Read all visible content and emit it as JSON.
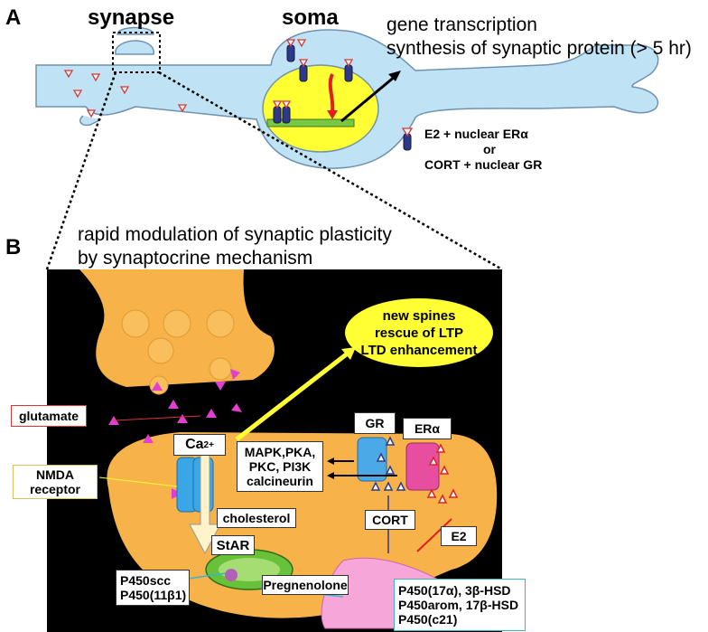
{
  "panel_a": {
    "letter": "A",
    "synapse_label": "synapse",
    "soma_label": "soma",
    "gene_line1": "gene transcription",
    "gene_line2": "synthesis of synaptic protein (> 5 hr)",
    "legend_line1": "E2 + nuclear ERα",
    "legend_line2": "or",
    "legend_line3": "CORT + nuclear GR"
  },
  "panel_b": {
    "letter": "B",
    "title_line1": "rapid modulation of synaptic plasticity",
    "title_line2": "by synaptocrine mechanism",
    "oval_line1": "new spines",
    "oval_line2": "rescue of LTP",
    "oval_line3": "LTD enhancement",
    "glutamate": "glutamate",
    "nmda_line1": "NMDA",
    "nmda_line2": "receptor",
    "ca_base": "Ca",
    "ca_sup": "2+",
    "cholesterol": "cholesterol",
    "star": "StAR",
    "p450scc": "P450scc",
    "p450_11b1": "P450(11β1)",
    "pregnenolone": "Pregnenolone",
    "gr": "GR",
    "era": "ERα",
    "cort": "CORT",
    "e2": "E2",
    "kinase_line1": "MAPK,PKA,",
    "kinase_line2": "PKC, PI3K",
    "kinase_line3": "calcineurin",
    "enzyme_line1": "P450(17α), 3β-HSD",
    "enzyme_line2": "P450arom, 17β-HSD",
    "enzyme_line3": "P450(c21)"
  },
  "colors": {
    "neuron_fill": "#bfe3f5",
    "nucleus": "#ffff33",
    "black_bg": "#000000",
    "orange": "#f7b24a",
    "spine": "#f9bf5c",
    "glutamate": "#e03fd0",
    "nmda": "#3aa6e6",
    "gr": "#4aa9e6",
    "era": "#e84ea0",
    "yellow_arrow": "#ffff33",
    "red": "#e02020"
  }
}
